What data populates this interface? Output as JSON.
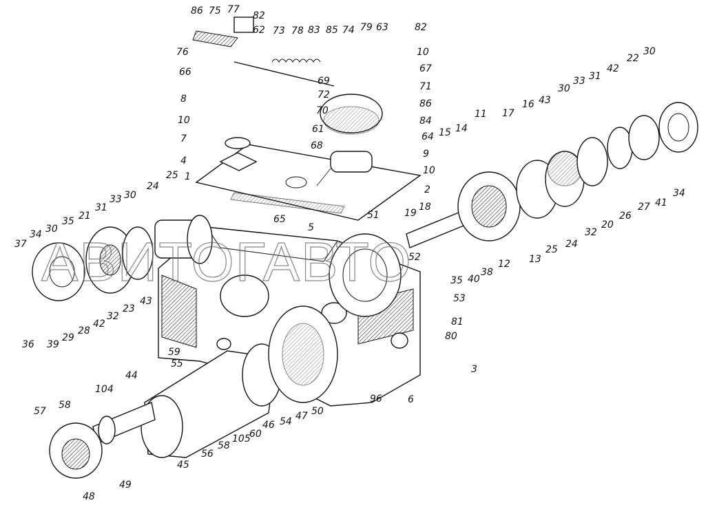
{
  "diagram": {
    "title": "Exploded view of tractor rear axle / transmission housing",
    "watermark": "АВИТОГАВТО",
    "labels": [
      "86",
      "75",
      "77",
      "82",
      "62",
      "73",
      "78",
      "83",
      "85",
      "74",
      "79",
      "63",
      "82",
      "10",
      "67",
      "71",
      "86",
      "84",
      "64",
      "9",
      "10",
      "2",
      "76",
      "66",
      "69",
      "72",
      "70",
      "61",
      "68",
      "8",
      "10",
      "7",
      "4",
      "1",
      "65",
      "5",
      "25",
      "24",
      "30",
      "33",
      "31",
      "21",
      "35",
      "30",
      "34",
      "37",
      "36",
      "39",
      "29",
      "28",
      "42",
      "32",
      "23",
      "43",
      "51",
      "19",
      "18",
      "52",
      "35",
      "40",
      "38",
      "12",
      "13",
      "25",
      "24",
      "32",
      "20",
      "26",
      "27",
      "41",
      "34",
      "15",
      "14",
      "11",
      "17",
      "16",
      "43",
      "30",
      "33",
      "31",
      "42",
      "22",
      "30",
      "53",
      "81",
      "80",
      "3",
      "6",
      "96",
      "50",
      "47",
      "54",
      "46",
      "60",
      "105",
      "58",
      "56",
      "45",
      "44",
      "104",
      "58",
      "57",
      "49",
      "48",
      "59",
      "55"
    ]
  }
}
